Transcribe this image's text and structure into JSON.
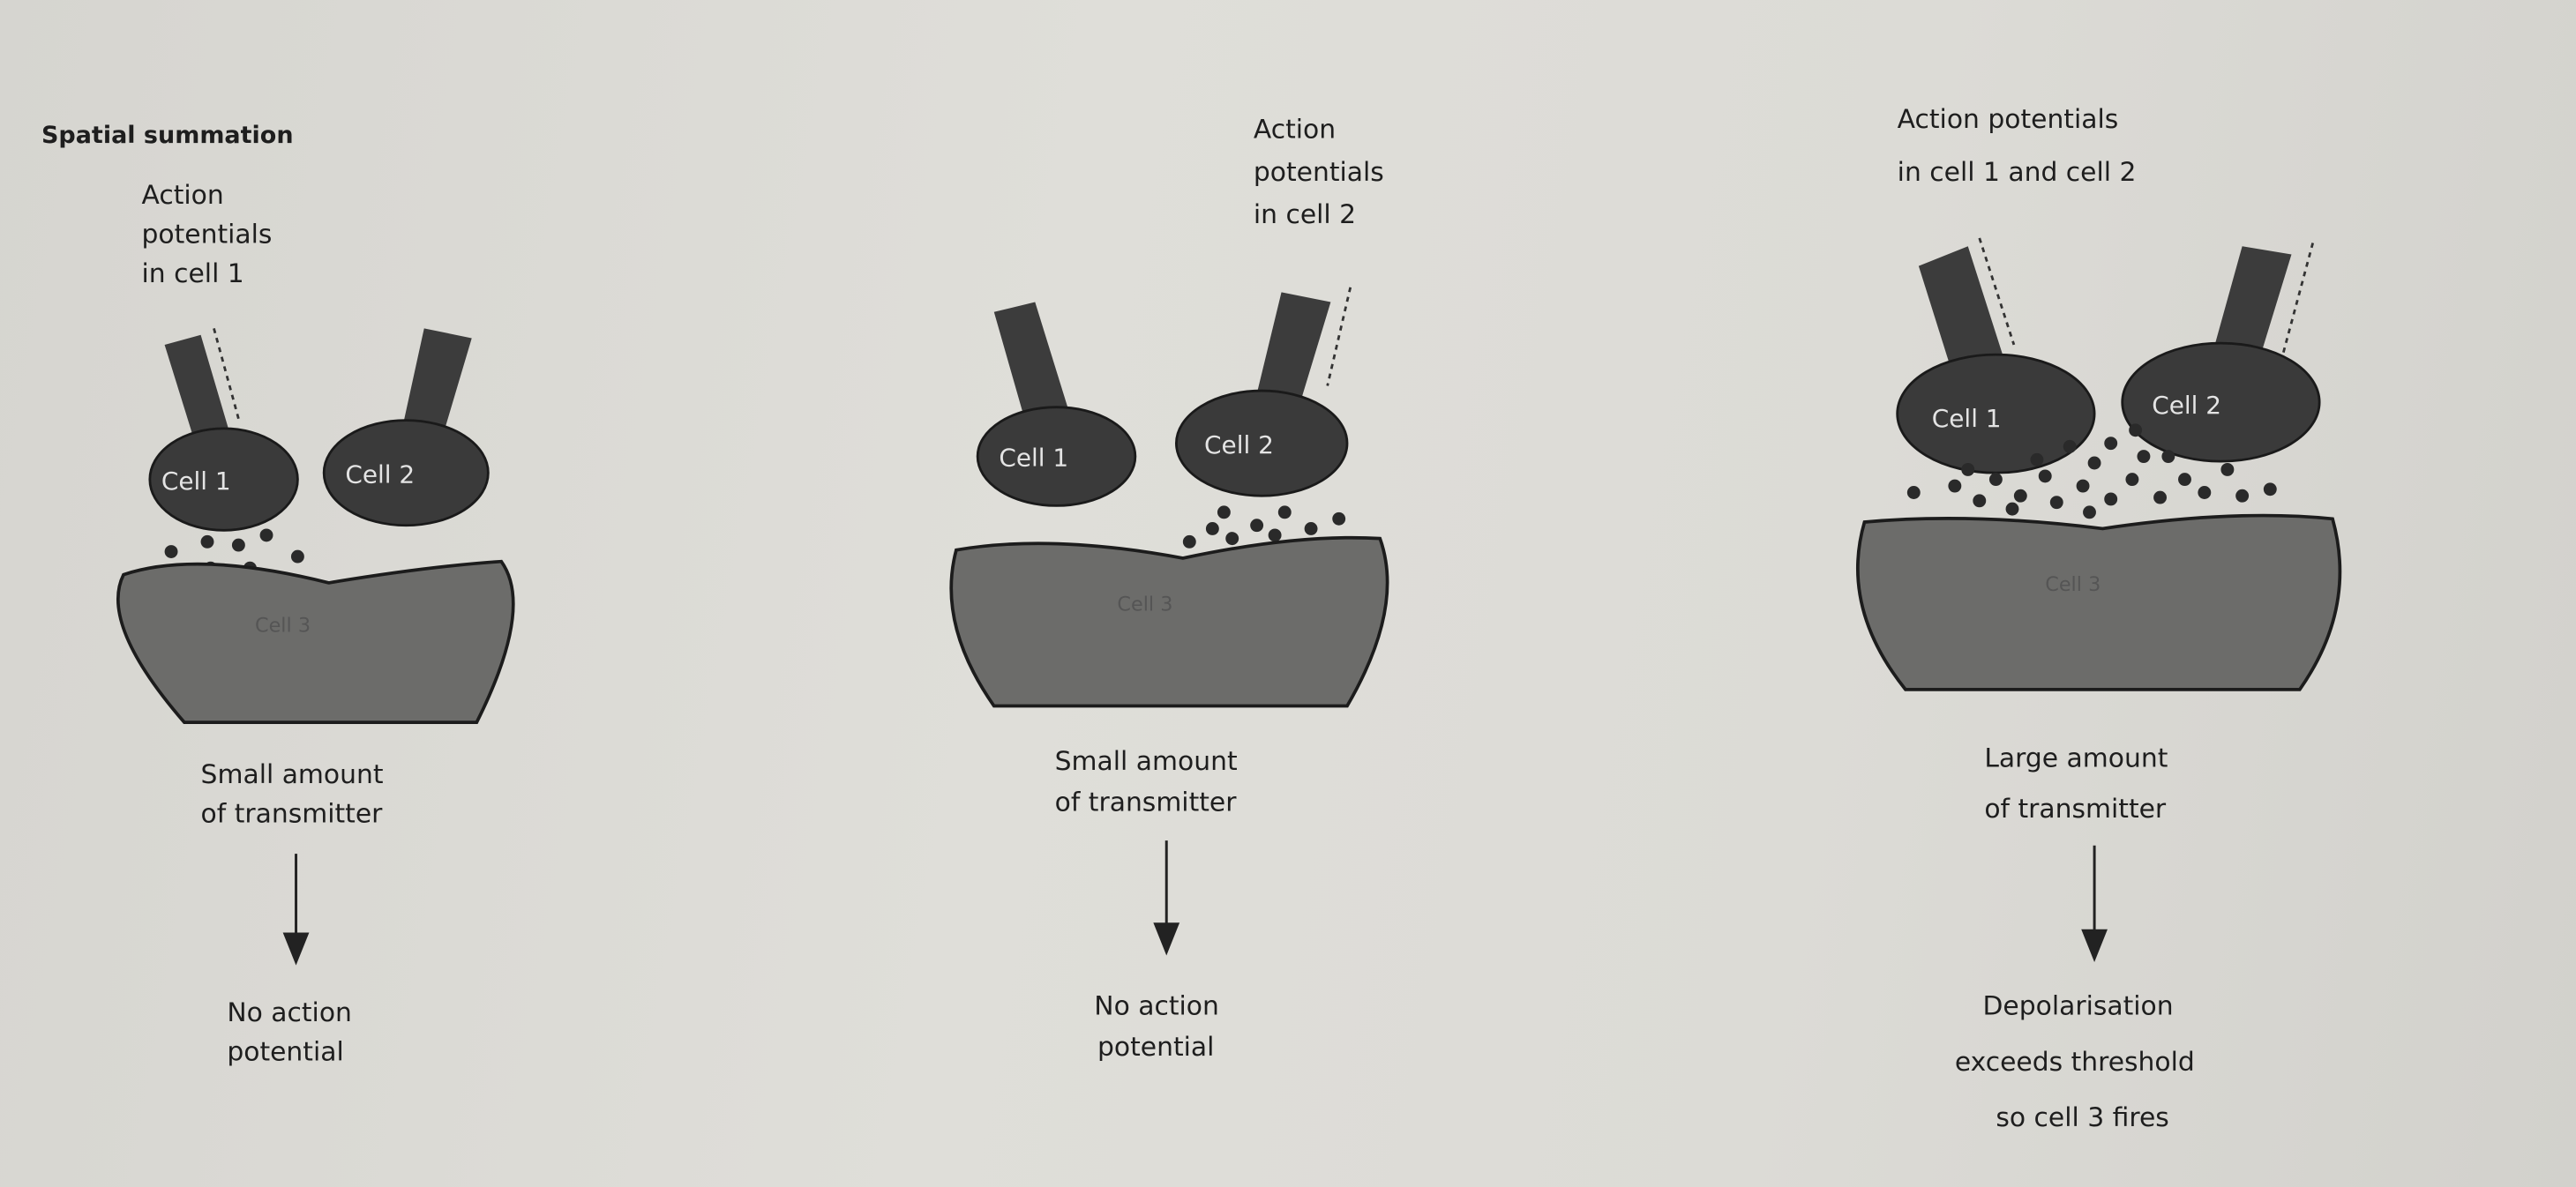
{
  "title": "Spatial summation",
  "panels": [
    {
      "input": [
        "Action",
        "potentials",
        "in cell 1"
      ],
      "cell1": "Cell 1",
      "cell2": "Cell 2",
      "cell3": "Cell 3",
      "amount": [
        "Small amount",
        "of transmitter"
      ],
      "result": [
        "No action",
        "potential"
      ]
    },
    {
      "input": [
        "Action",
        "potentials",
        "in cell 2"
      ],
      "cell1": "Cell 1",
      "cell2": "Cell 2",
      "cell3": "Cell 3",
      "amount": [
        "Small amount",
        "of transmitter"
      ],
      "result": [
        "No action",
        "potential"
      ]
    },
    {
      "input": [
        "Action potentials",
        "in cell 1 and cell 2"
      ],
      "cell1": "Cell 1",
      "cell2": "Cell 2",
      "cell3": "Cell 3",
      "amount": [
        "Large amount",
        "of transmitter"
      ],
      "result": [
        "Depolarisation",
        "exceeds threshold",
        "so cell 3 fires"
      ]
    }
  ]
}
